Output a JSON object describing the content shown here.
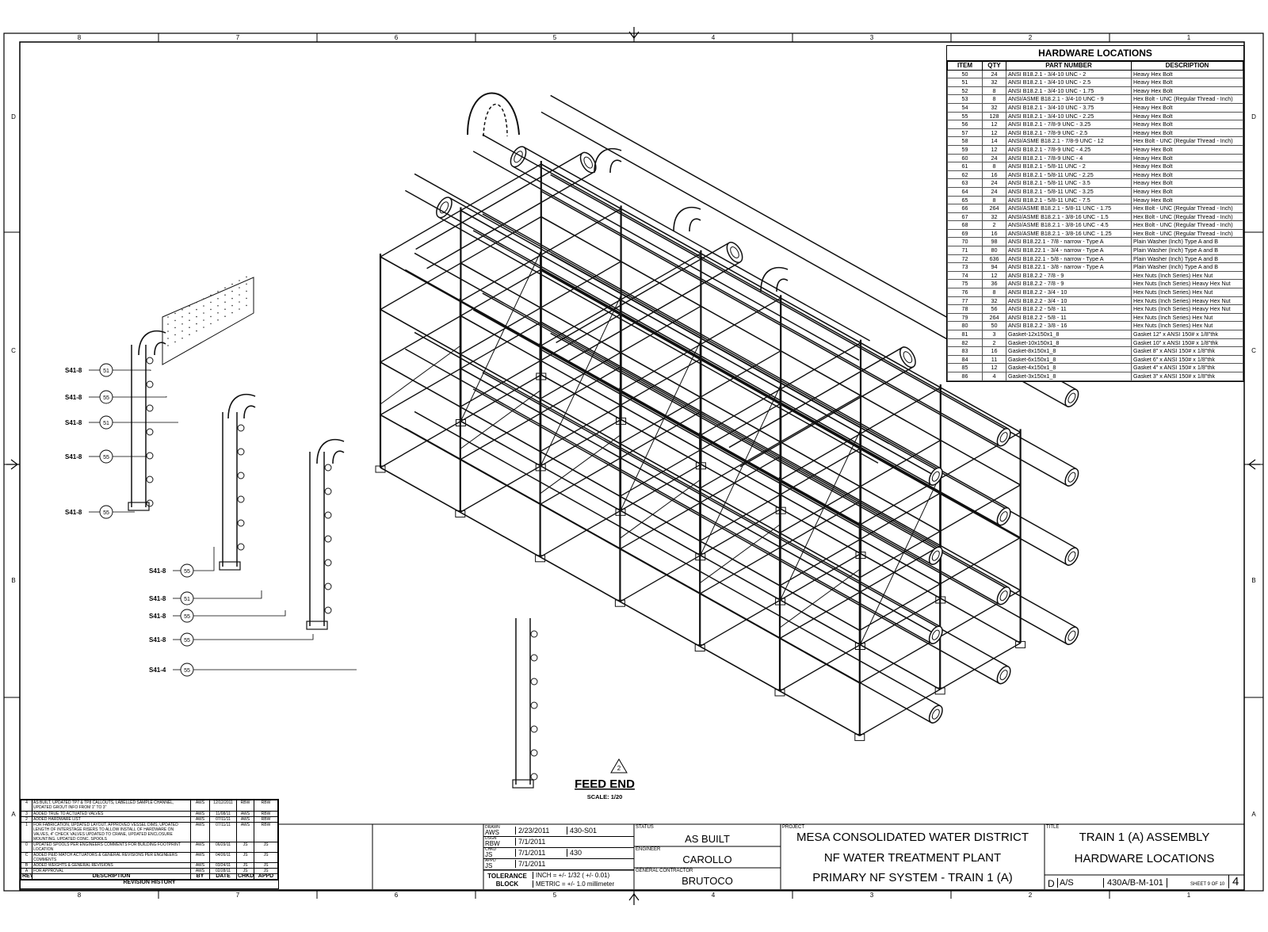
{
  "border": {
    "col_labels": [
      "8",
      "7",
      "6",
      "5",
      "4",
      "3",
      "2",
      "1"
    ],
    "row_labels": [
      "D",
      "C",
      "B",
      "A"
    ]
  },
  "hardware": {
    "title": "HARDWARE LOCATIONS",
    "headers": [
      "ITEM",
      "QTY",
      "PART NUMBER",
      "DESCRIPTION"
    ],
    "rows": [
      [
        "50",
        "24",
        "ANSI B18.2.1 - 3/4-10 UNC - 2",
        "Heavy Hex Bolt"
      ],
      [
        "51",
        "32",
        "ANSI B18.2.1 - 3/4-10 UNC - 2.5",
        "Heavy Hex Bolt"
      ],
      [
        "52",
        "8",
        "ANSI B18.2.1 - 3/4-10 UNC - 1.75",
        "Heavy Hex Bolt"
      ],
      [
        "53",
        "8",
        "ANSI/ASME B18.2.1 - 3/4-10 UNC - 9",
        "Hex Bolt - UNC (Regular Thread - Inch)"
      ],
      [
        "54",
        "32",
        "ANSI B18.2.1 - 3/4-10 UNC - 3.75",
        "Heavy Hex Bolt"
      ],
      [
        "55",
        "128",
        "ANSI B18.2.1 - 3/4-10 UNC - 2.25",
        "Heavy Hex Bolt"
      ],
      [
        "56",
        "12",
        "ANSI B18.2.1 - 7/8-9 UNC - 3.25",
        "Heavy Hex Bolt"
      ],
      [
        "57",
        "12",
        "ANSI B18.2.1 - 7/8-9 UNC - 2.5",
        "Heavy Hex Bolt"
      ],
      [
        "58",
        "14",
        "ANSI/ASME B18.2.1 - 7/8-9 UNC - 12",
        "Hex Bolt - UNC (Regular Thread - Inch)"
      ],
      [
        "59",
        "12",
        "ANSI B18.2.1 - 7/8-9 UNC - 4.25",
        "Heavy Hex Bolt"
      ],
      [
        "60",
        "24",
        "ANSI B18.2.1 - 7/8-9 UNC - 4",
        "Heavy Hex Bolt"
      ],
      [
        "61",
        "8",
        "ANSI B18.2.1 - 5/8-11 UNC - 2",
        "Heavy Hex Bolt"
      ],
      [
        "62",
        "16",
        "ANSI B18.2.1 - 5/8-11 UNC - 2.25",
        "Heavy Hex Bolt"
      ],
      [
        "63",
        "24",
        "ANSI B18.2.1 - 5/8-11 UNC - 3.5",
        "Heavy Hex Bolt"
      ],
      [
        "64",
        "24",
        "ANSI B18.2.1 - 5/8-11 UNC - 3.25",
        "Heavy Hex Bolt"
      ],
      [
        "65",
        "8",
        "ANSI B18.2.1 - 5/8-11 UNC - 7.5",
        "Heavy Hex Bolt"
      ],
      [
        "66",
        "264",
        "ANSI/ASME B18.2.1 - 5/8-11 UNC - 1.75",
        "Hex Bolt - UNC (Regular Thread - Inch)"
      ],
      [
        "67",
        "32",
        "ANSI/ASME B18.2.1 - 3/8-16 UNC - 1.5",
        "Hex Bolt - UNC (Regular Thread - Inch)"
      ],
      [
        "68",
        "2",
        "ANSI/ASME B18.2.1 - 3/8-16 UNC - 4.5",
        "Hex Bolt - UNC (Regular Thread - Inch)"
      ],
      [
        "69",
        "16",
        "ANSI/ASME B18.2.1 - 3/8-16 UNC - 1.25",
        "Hex Bolt - UNC (Regular Thread - Inch)"
      ],
      [
        "70",
        "98",
        "ANSI B18.22.1 - 7/8 - narrow - Type A",
        "Plain Washer (Inch) Type A and B"
      ],
      [
        "71",
        "80",
        "ANSI B18.22.1 - 3/4 - narrow - Type A",
        "Plain Washer (Inch) Type A and B"
      ],
      [
        "72",
        "636",
        "ANSI B18.22.1 - 5/8 - narrow - Type A",
        "Plain Washer (Inch) Type A and B"
      ],
      [
        "73",
        "94",
        "ANSI B18.22.1 - 3/8 - narrow - Type A",
        "Plain Washer (Inch) Type A and B"
      ],
      [
        "74",
        "12",
        "ANSI B18.2.2 - 7/8 - 9",
        "Hex Nuts (Inch Series) Hex Nut"
      ],
      [
        "75",
        "36",
        "ANSI B18.2.2 - 7/8 - 9",
        "Hex Nuts (Inch Series) Heavy Hex Nut"
      ],
      [
        "76",
        "8",
        "ANSI B18.2.2 - 3/4 - 10",
        "Hex Nuts (Inch Series) Hex Nut"
      ],
      [
        "77",
        "32",
        "ANSI B18.2.2 - 3/4 - 10",
        "Hex Nuts (Inch Series) Heavy Hex Nut"
      ],
      [
        "78",
        "56",
        "ANSI B18.2.2 - 5/8 - 11",
        "Hex Nuts (Inch Series) Heavy Hex Nut"
      ],
      [
        "79",
        "264",
        "ANSI B18.2.2 - 5/8 - 11",
        "Hex Nuts (Inch Series) Hex Nut"
      ],
      [
        "80",
        "50",
        "ANSI B18.2.2 - 3/8 - 16",
        "Hex Nuts (Inch Series) Hex Nut"
      ],
      [
        "81",
        "3",
        "Gasket-12x150x1_8",
        "Gasket 12\" x ANSI 150# x 1/8\"thk"
      ],
      [
        "82",
        "2",
        "Gasket-10x150x1_8",
        "Gasket 10\" x ANSI 150# x 1/8\"thk"
      ],
      [
        "83",
        "16",
        "Gasket-8x150x1_8",
        "Gasket 8\" x ANSI 150# x 1/8\"thk"
      ],
      [
        "84",
        "11",
        "Gasket-6x150x1_8",
        "Gasket 6\" x ANSI 150# x 1/8\"thk"
      ],
      [
        "85",
        "12",
        "Gasket-4x150x1_8",
        "Gasket 4\" x ANSI 150# x 1/8\"thk"
      ],
      [
        "86",
        "4",
        "Gasket-3x150x1_8",
        "Gasket 3\" x ANSI 150# x 1/8\"thk"
      ]
    ]
  },
  "callouts": [
    {
      "label": "S41-8",
      "item": "51"
    },
    {
      "label": "S41-8",
      "item": "55"
    },
    {
      "label": "S41-8",
      "item": "51"
    },
    {
      "label": "S41-8",
      "item": "55"
    },
    {
      "label": "S41-8",
      "item": "55"
    },
    {
      "label": "S41-8",
      "item": "55"
    },
    {
      "label": "S41-8",
      "item": "51"
    },
    {
      "label": "S41-8",
      "item": "55"
    },
    {
      "label": "S41-8",
      "item": "55"
    },
    {
      "label": "S41-4",
      "item": "55"
    }
  ],
  "view": {
    "title": "FEED END",
    "scale": "SCALE: 1/20",
    "marker": "2"
  },
  "revisions": {
    "rows": [
      {
        "rev": "4",
        "desc": "AS BUILT, UPDATED TP7 & TP8 CALLOUTS, LABELLED SAMPLE CHANNEL, UPDATED GROUT INFO FROM 1\" TO 3\"",
        "by": "AWS",
        "date": "12/12/2011",
        "chkd": "RBW",
        "appd": "RBW"
      },
      {
        "rev": "3",
        "desc": "ADDED TRUE TO ACTUATED VALVES",
        "by": "AWS",
        "date": "11/08/11",
        "chkd": "AWS",
        "appd": "RBW"
      },
      {
        "rev": "2",
        "desc": "ADDED HARDWARE LIST",
        "by": "AWS",
        "date": "07/11/11",
        "chkd": "AWS",
        "appd": "RBW"
      },
      {
        "rev": "1",
        "desc": "FOR FABRICATION, UPDATED LAYOUT, APPROVED VESSEL DIMS, UPDATED LENGTH OF INTERSTAGE RISERS TO ALLOW INSTALL OF HARDWARE ON VALVES, 4\" CHECK VALVES UPDATED TO CRANE, UPDATED ENCLOSURE MOUNTING, UPDATED CONC. SPOOLS",
        "by": "AWS",
        "date": "07/11/11",
        "chkd": "AWS",
        "appd": "RBW"
      },
      {
        "rev": "0",
        "desc": "UPDATED SPOOLS PER ENGINEERS COMMENTS FOR BUILDING FOOTPRINT LOCATION",
        "by": "AWS",
        "date": "06/29/11",
        "chkd": "JS",
        "appd": "JS"
      },
      {
        "rev": "C",
        "desc": "ADDED P&ID MATCH ACTUATORS & GENERAL REVISIONS PER ENGINEERS COMMENTS",
        "by": "AWS",
        "date": "04/26/11",
        "chkd": "JS",
        "appd": "JS"
      },
      {
        "rev": "B",
        "desc": "ADDED WEIGHTS & GENERAL REVISIONS",
        "by": "AWS",
        "date": "03/24/11",
        "chkd": "JS",
        "appd": "JS"
      },
      {
        "rev": "A",
        "desc": "FOR APPROVAL",
        "by": "AWS",
        "date": "02/28/11",
        "chkd": "JS",
        "appd": "JS"
      }
    ],
    "headers": [
      "REV",
      "DESCRIPTION",
      "BY",
      "DATE",
      "CHKD",
      "APPD"
    ],
    "footer": "REVISION HISTORY"
  },
  "title_block": {
    "dates": [
      "2/23/2011",
      "7/1/2011",
      "7/1/2011",
      "7/1/2011"
    ],
    "roles": [
      "DRAWN",
      "DSGN",
      "CHKD",
      "APPD"
    ],
    "initials": [
      "AWS",
      "RBW",
      "JS",
      "JS"
    ],
    "tolerance_label": "TOLERANCE BLOCK",
    "tol_inch": "INCH = +/- 1/32 ( +/- 0.01)",
    "tol_metric": "METRIC = +/- 1.0 millimeter",
    "job_no": "430-S01",
    "project_no": "430",
    "status": "AS BUILT",
    "engineer": "CAROLLO",
    "contractor": "BRUTOCO",
    "status_lbl": "STATUS",
    "engineer_lbl": "ENGINEER",
    "contractor_lbl": "GENERAL CONTRACTOR",
    "project_lbl": "PROJECT",
    "title_lbl": "TITLE",
    "project_l1": "MESA CONSOLIDATED WATER DISTRICT",
    "project_l2": "NF WATER TREATMENT PLANT",
    "project_l3": "PRIMARY NF SYSTEM - TRAIN 1 (A)",
    "title_l1": "TRAIN 1 (A) ASSEMBLY",
    "title_l2": "HARDWARE LOCATIONS",
    "size": "D",
    "scale": "A/S",
    "dwg_no": "430A/B-M-101",
    "sheet": "SHEET 9 OF 10",
    "rev": "4"
  }
}
